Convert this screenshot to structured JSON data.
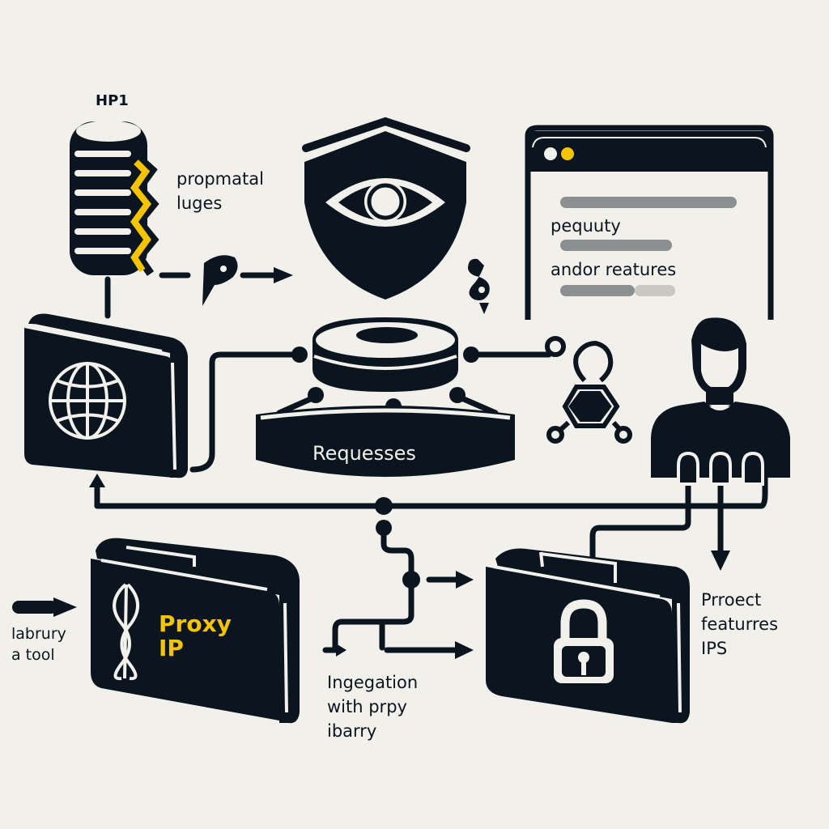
{
  "colors": {
    "background": "#f1f0ea",
    "ink": "#0b1520",
    "accent_yellow": "#f5c400",
    "bar_gray": "#8c8f91"
  },
  "database": {
    "title": "HP1",
    "icon": "database-stack-icon",
    "caption_line1": "propmatal",
    "caption_line2": "luges"
  },
  "shield": {
    "icon": "shield-eye-icon"
  },
  "server_hub": {
    "icon": "server-disk-icon",
    "label": "Requesses"
  },
  "browser_window": {
    "icon": "browser-window-icon",
    "line1": "pequuty",
    "line2": "andor  reatures"
  },
  "globe_folder": {
    "icon": "globe-folder-icon"
  },
  "network_node": {
    "icon": "hexagon-network-icon"
  },
  "user": {
    "icon": "user-person-icon"
  },
  "proxy_folder": {
    "icon": "dna-folder-icon",
    "title_line1": "Proxy",
    "title_line2": "IP"
  },
  "left_caption": {
    "line1": "labrury",
    "line2": "a tool"
  },
  "integration_caption": {
    "line1": "Ingegation",
    "line2": "with prpy",
    "line3": "ibarry"
  },
  "lock_folder": {
    "icon": "lock-folder-icon"
  },
  "right_caption": {
    "line1": "Prroect",
    "line2": "featurres",
    "line3": "IPS"
  },
  "misc_glyphs": [
    "pin-marker-icon",
    "dollar-hook-icon"
  ]
}
